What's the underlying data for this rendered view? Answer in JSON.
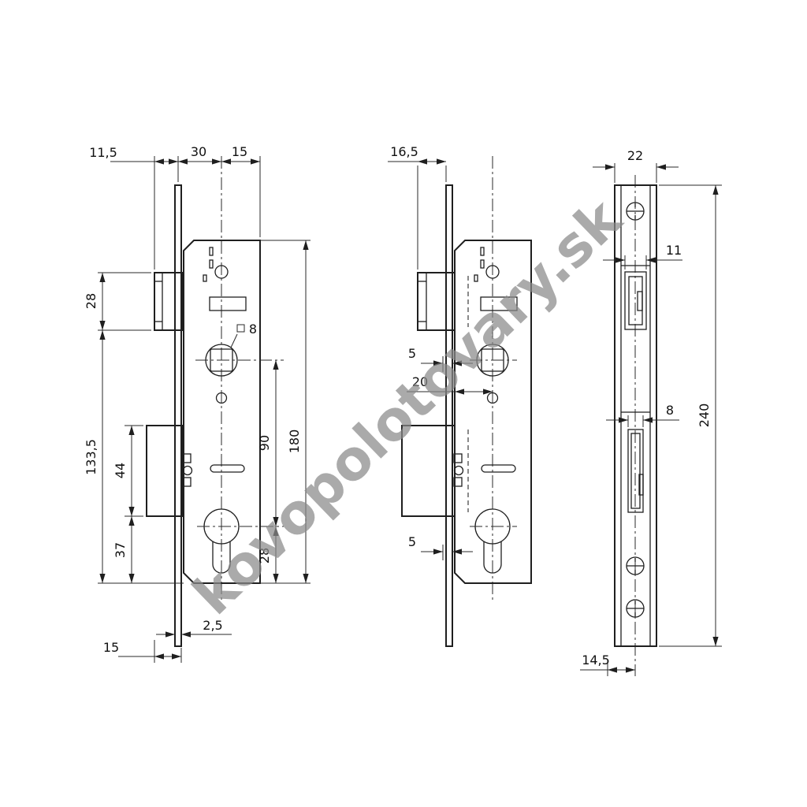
{
  "watermark": {
    "text": "kovopolotovary.sk"
  },
  "left_view": {
    "dims": {
      "top_offset": "11,5",
      "backset": "30",
      "top_right": "15",
      "latch_height": "28",
      "body_lower": "133,5",
      "deadbolt_height": "44",
      "below_deadbolt": "37",
      "body_height": "180",
      "centers": "90",
      "below_cylinder": "28",
      "plate_thickness": "2,5",
      "bottom_offset": "15",
      "square_size": "8"
    }
  },
  "middle_view": {
    "dims": {
      "top_offset": "16,5",
      "upper_inset": "5",
      "case_center": "20",
      "lower_inset": "5"
    }
  },
  "right_view": {
    "dims": {
      "plate_width": "22",
      "latch_width": "11",
      "bolt_width": "8",
      "plate_length": "240",
      "bottom_offset": "14,5"
    }
  }
}
